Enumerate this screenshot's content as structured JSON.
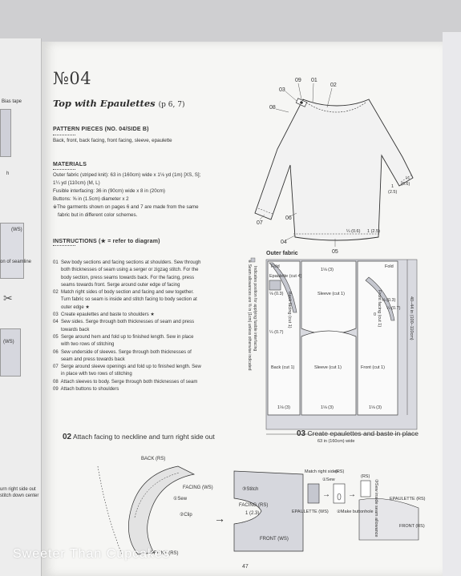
{
  "left_page": {
    "fragments": [
      "Bias tape",
      "h",
      "(WS)",
      "on of seamline",
      "(WS)",
      "urn right side out",
      "stitch down center"
    ]
  },
  "header": {
    "number": "№04",
    "title": "Top with Epaulettes",
    "pages": "(p 6, 7)"
  },
  "pattern_pieces": {
    "heading": "PATTERN PIECES (NO. 04/SIDE B)",
    "text": "Back, front, back facing, front facing, sleeve, epaulette"
  },
  "materials": {
    "heading": "MATERIALS",
    "lines": [
      "Outer fabric (striped knit): 63 in (160cm) wide x 1⅛ yd (1m) [XS, S];",
      "1¼ yd (110cm) (M, L)",
      "Fusible interfacing: 36 in (90cm) wide x 8 in (20cm)",
      "Buttons: ⅝ in (1.5cm) diameter x 2",
      "※The garments shown on pages 6 and 7 are made from the same",
      "fabric but in different color schemes."
    ]
  },
  "instructions": {
    "heading": "INSTRUCTIONS (★ = refer to diagram)",
    "steps": [
      "01  Sew body sections and facing sections at shoulders. Sew through",
      "      both thicknesses of seam using a serger or zigzag stitch. For the",
      "      body section, press seams towards back. For the facing, press",
      "      seams towards front. Serge around outer edge of facing",
      "02  Match right sides of body section and facing and sew together.",
      "      Turn fabric so seam is inside and stitch facing to body section at",
      "      outer edge ★",
      "03  Create epaulettes and baste to shoulders ★",
      "04  Sew sides. Serge through both thicknesses of seam and press",
      "      towards back",
      "05  Serge around hem and fold up to finished length. Sew in place",
      "      with two rows of stitching",
      "06  Sew underside of sleeves. Serge through both thicknesses of",
      "      seam and press towards back",
      "07  Serge around sleeve openings and fold up to finished length. Sew",
      "      in place with two rows of stitching",
      "08  Attach sleeves to body. Serge through both thicknesses of seam",
      "09  Attach buttons to shoulders"
    ]
  },
  "garment_diagram": {
    "callouts": [
      "09",
      "01",
      "02",
      "03",
      "08",
      "07",
      "06",
      "04",
      "05"
    ],
    "measures": [
      "¼",
      "(0.6)",
      "1",
      "(2.5)",
      "¼ (0.6)",
      "1 (2.5)"
    ]
  },
  "layout_diagram": {
    "title": "Outer fabric",
    "side_note_1": "※ Seam allowances are ⅜ in (1cm) unless otherwise indicated",
    "side_note_2": "Indicates position for applying fusible interfacing",
    "pieces": [
      "Fold",
      "Epaulette (cut 4)",
      "⅛ (0.3)",
      "Back facing (cut 1)",
      "1⅛ (3)",
      "Sleeve (cut 1)",
      "Front facing (cut 1)",
      "⅛ (0.3)",
      "Fold",
      "¼ (0.7)",
      "¼ (0.7)",
      "0",
      "Back (cut 1)",
      "Sleeve (cut 1)",
      "Front (cut 1)",
      "1⅛ (3)",
      "1⅛ (3)",
      "1⅛ (3)"
    ],
    "height_label": "40–44 in (100–110cm)",
    "width_label": "63 in (160cm) wide"
  },
  "figure_02": {
    "number": "02",
    "title": "Attach facing to neckline and turn right side out",
    "labels": [
      "BACK (RS)",
      "FACING (WS)",
      "①Sew",
      "②Clip",
      "③Stitch",
      "FACING (RS)",
      "1 (2.3)",
      "FRONT (WS)",
      "FRONT (RS)"
    ]
  },
  "figure_03": {
    "number": "03",
    "title": "Create epaulettes and baste in place",
    "labels": [
      "Match right sides",
      "(RS)",
      "①Sew",
      "EPAULETTE (WS)",
      "②Make buttonhole",
      "(RS)",
      "③Sew inside seam allowance",
      "EPAULETTE (RS)",
      "FRONT (RS)"
    ]
  },
  "page_number": "47",
  "watermark": "Sweeter Than Cupcakes"
}
